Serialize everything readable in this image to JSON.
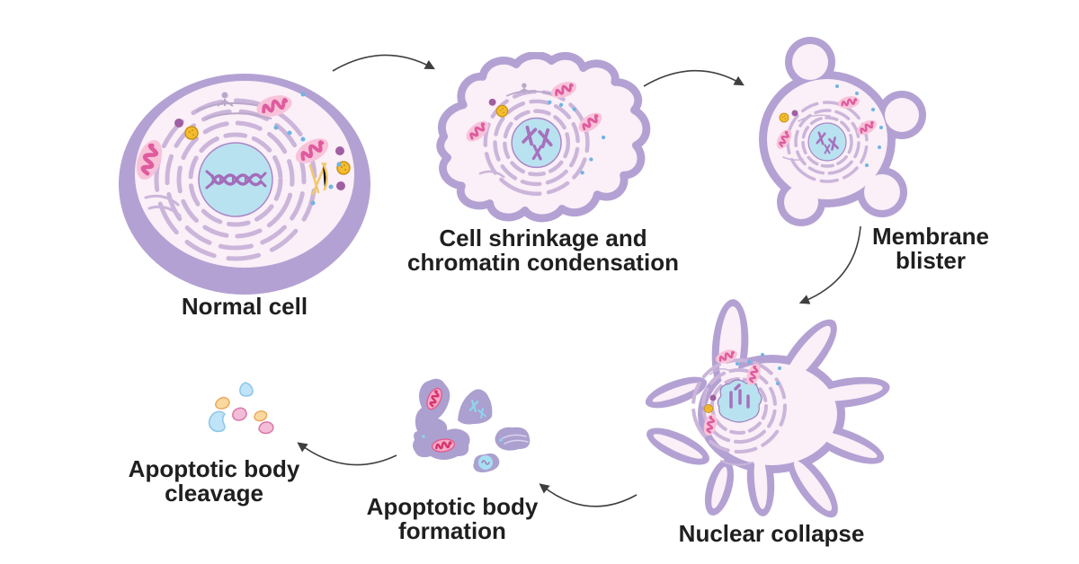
{
  "diagram": {
    "name": "Apoptosis process diagram",
    "background": "#ffffff",
    "palette": {
      "membrane": "#b4a1d3",
      "cytoplasm": "#fbeff8",
      "nucleus_fill": "#b9e2f0",
      "nucleus_stroke": "#aa86c6",
      "chromatin_purple": "#a671bd",
      "chromatin_blue": "#8fd4ea",
      "endoplasmic_reticulum": "#cbb5da",
      "mitochondria_outer": "#f8c3d9",
      "mitochondria_inner": "#df5b9e",
      "vesicle_yellow": "#f3bd2e",
      "dot_purple": "#a05fa3",
      "dot_blue": "#6fb4e4",
      "cytoskeleton_yellow": "#f2c869",
      "fragment_purple": "#aba0cf",
      "body_blue": "#bfe3f7",
      "body_pink": "#f3bcd7",
      "body_yellow": "#f9d9a0",
      "arrow": "#3f3f3f",
      "label_text": "#1f1f1f"
    },
    "stages": [
      {
        "id": "normal-cell",
        "line1": "Normal cell"
      },
      {
        "id": "cell-shrinkage",
        "line1": "Cell shrinkage and",
        "line2": "chromatin condensation"
      },
      {
        "id": "membrane-blister",
        "line1": "Membrane",
        "line2": "blister"
      },
      {
        "id": "nuclear-collapse",
        "line1": "Nuclear collapse"
      },
      {
        "id": "apoptotic-body-formation",
        "line1": "Apoptotic body",
        "line2": "formation"
      },
      {
        "id": "apoptotic-body-cleavage",
        "line1": "Apoptotic body",
        "line2": "cleavage"
      }
    ]
  }
}
